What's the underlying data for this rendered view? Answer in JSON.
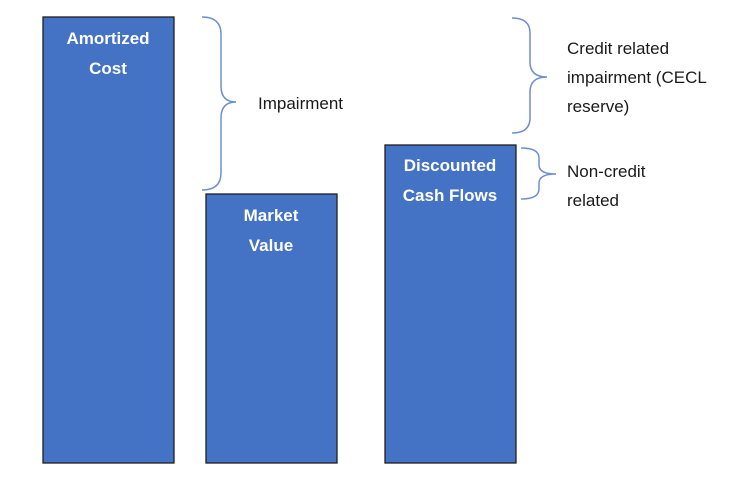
{
  "colors": {
    "bar_fill": "#4472C4",
    "bar_border": "#1f1f1f",
    "bracket": "#6d8fd0",
    "label_text": "#ffffff",
    "note_text": "#1a1a1a"
  },
  "bars": [
    {
      "id": "amortized-cost",
      "lines": [
        "Amortized",
        "Cost"
      ]
    },
    {
      "id": "market-value",
      "lines": [
        "Market",
        "Value"
      ]
    },
    {
      "id": "discounted-cash-flows",
      "lines": [
        "Discounted",
        "Cash Flows"
      ]
    }
  ],
  "annotations": [
    {
      "id": "impairment",
      "lines": [
        "Impairment"
      ]
    },
    {
      "id": "credit-related",
      "lines": [
        "Credit related",
        "impairment (CECL",
        "reserve)"
      ]
    },
    {
      "id": "non-credit",
      "lines": [
        "Non-credit",
        "related"
      ]
    }
  ]
}
